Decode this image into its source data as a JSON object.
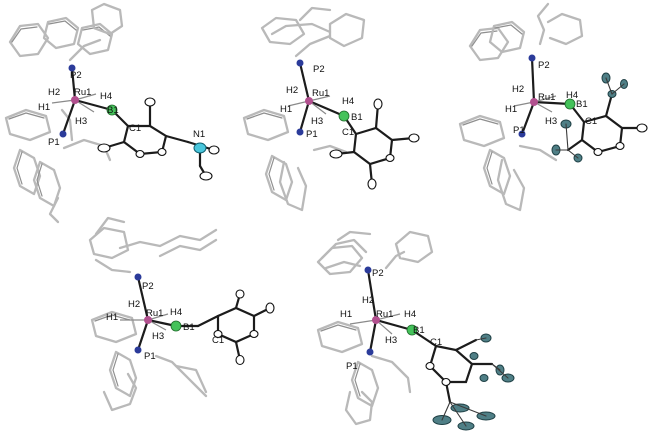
{
  "colors": {
    "ruthenium": "#b2508f",
    "phosphorus": "#2b3b9a",
    "boron": "#44c25a",
    "nitrogen": "#49c6dc",
    "fluorine": "#4f7f86",
    "ligand_stick": "#b9b9b9",
    "bond": "#1c1c1c"
  },
  "structures": [
    {
      "labels": {
        "ru": "Ru1",
        "p1": "P1",
        "p2": "P2",
        "b": "B1",
        "c": "C1",
        "h1": "H1",
        "h2": "H2",
        "h3": "H3",
        "h4": "H4",
        "n": "N1"
      }
    },
    {
      "labels": {
        "ru": "Ru1",
        "p1": "P1",
        "p2": "P2",
        "b": "B1",
        "c": "C1",
        "h1": "H1",
        "h2": "H2",
        "h3": "H3",
        "h4": "H4"
      }
    },
    {
      "labels": {
        "ru": "Ru1",
        "p1": "P1",
        "p2": "P2",
        "b": "B1",
        "c": "C1",
        "h1": "H1",
        "h2": "H2",
        "h3": "H3",
        "h4": "H4"
      }
    },
    {
      "labels": {
        "ru": "Ru1",
        "p1": "P1",
        "p2": "P2",
        "b": "B1",
        "c": "C1",
        "h1": "H1",
        "h2": "H2",
        "h3": "H3",
        "h4": "H4"
      }
    },
    {
      "labels": {
        "ru": "Ru1",
        "p1": "P1",
        "p2": "P2",
        "b": "B1",
        "c": "C1",
        "h1": "H1",
        "h2": "H2",
        "h3": "H3",
        "h4": "H4"
      }
    }
  ]
}
